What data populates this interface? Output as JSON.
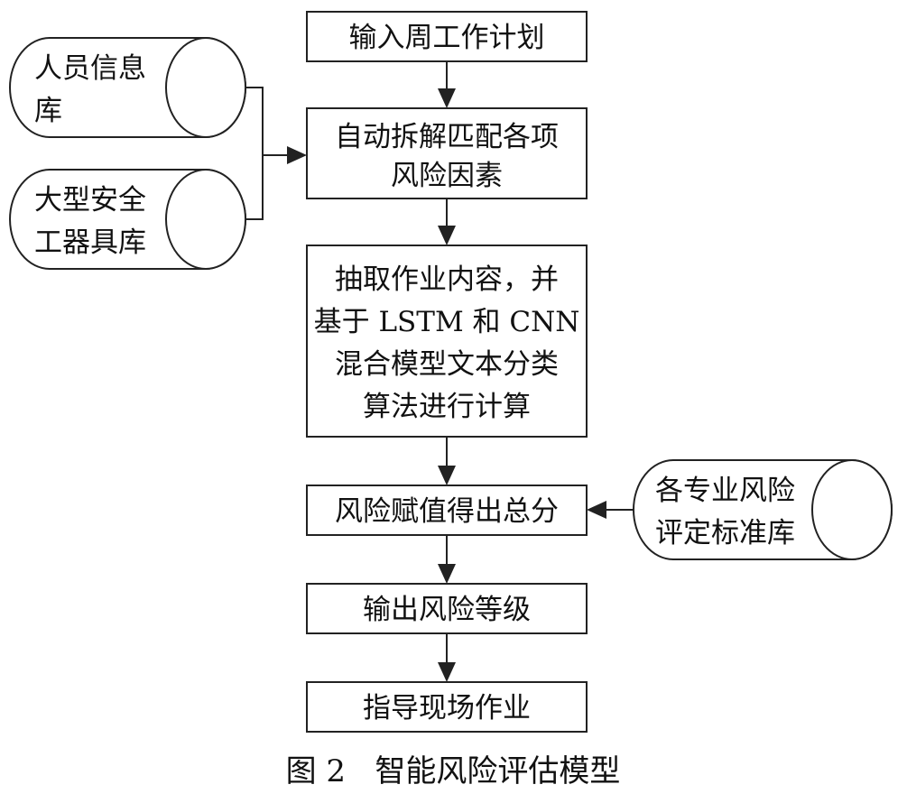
{
  "boxes": {
    "input_plan": [
      "输入周工作计划"
    ],
    "auto_match": [
      "自动拆解匹配各项",
      "风险因素"
    ],
    "extract": [
      "抽取作业内容，并",
      "基于 LSTM 和 CNN",
      "混合模型文本分类",
      "算法进行计算"
    ],
    "score": [
      "风险赋值得出总分"
    ],
    "output": [
      "输出风险等级"
    ],
    "guide": [
      "指导现场作业"
    ]
  },
  "databases": {
    "personnel": [
      "人员信息",
      "库"
    ],
    "tools": [
      "大型安全",
      "工器具库"
    ],
    "standards": [
      "各专业风险",
      "评定标准库"
    ]
  },
  "caption": "图 2   智能风险评估模型",
  "colors": {
    "stroke": "#222222",
    "fill": "#ffffff",
    "text": "#111111"
  }
}
